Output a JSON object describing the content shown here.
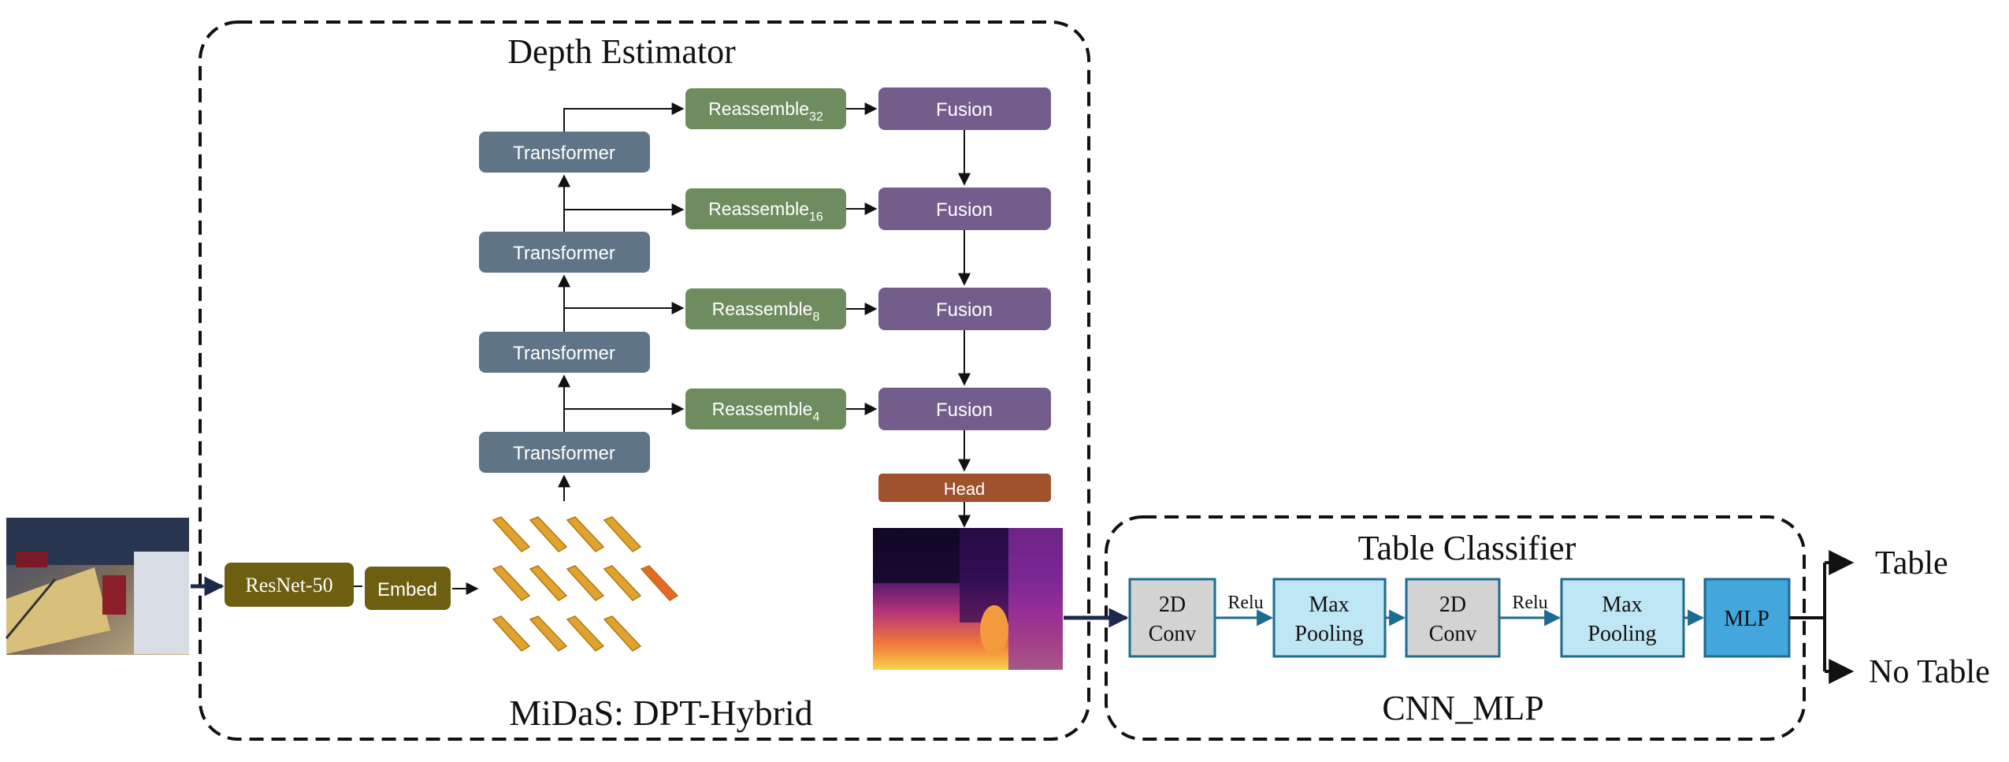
{
  "depth_estimator": {
    "title": "Depth Estimator",
    "subtitle": "MiDaS:  DPT-Hybrid",
    "resnet": "ResNet-50",
    "embed": "Embed",
    "transformers": [
      "Transformer",
      "Transformer",
      "Transformer",
      "Transformer"
    ],
    "reassemble": [
      {
        "label": "Reassemble",
        "sub": "32"
      },
      {
        "label": "Reassemble",
        "sub": "16"
      },
      {
        "label": "Reassemble",
        "sub": "8"
      },
      {
        "label": "Reassemble",
        "sub": "4"
      }
    ],
    "fusions": [
      "Fusion",
      "Fusion",
      "Fusion",
      "Fusion"
    ],
    "head": "Head"
  },
  "table_classifier": {
    "title": "Table Classifier",
    "subtitle": "CNN_MLP",
    "conv1": [
      "2D",
      "Conv"
    ],
    "pool1": [
      "Max",
      "Pooling"
    ],
    "conv2": [
      "2D",
      "Conv"
    ],
    "pool2": [
      "Max",
      "Pooling"
    ],
    "mlp": "MLP",
    "relu1": "Relu",
    "relu2": "Relu"
  },
  "outputs": {
    "positive": "Table",
    "negative": "No Table"
  },
  "colors": {
    "transformer": "#5f7486",
    "reassemble": "#6e8c5e",
    "fusion": "#735d8c",
    "head": "#a0522d",
    "resnet": "#6d5e10",
    "patch": "#e2a230",
    "patch_highlight": "#e8662a",
    "conv": "#d3d3d3",
    "pool": "#bfe6f5",
    "mlp": "#43a6dc",
    "cnn_border": "#1e6b92",
    "arrow_dark": "#1b2a4a"
  }
}
